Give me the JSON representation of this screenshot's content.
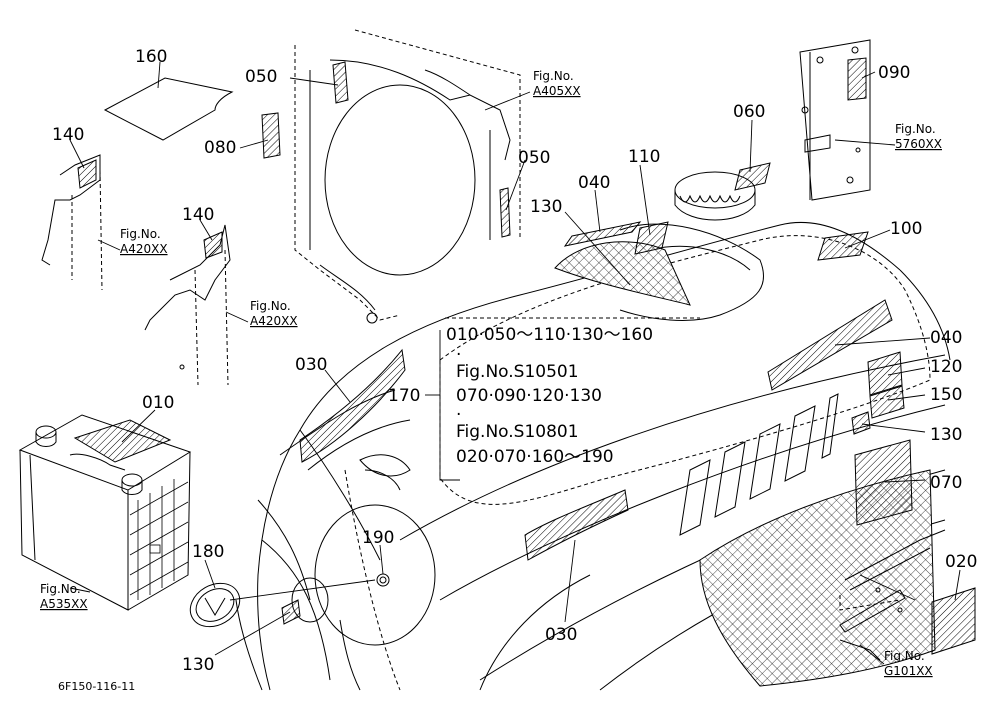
{
  "drawing_number": "6F150-116-11",
  "callouts": [
    {
      "id": "c160",
      "label": "160"
    },
    {
      "id": "c140a",
      "label": "140"
    },
    {
      "id": "c140b",
      "label": "140"
    },
    {
      "id": "c050a",
      "label": "050"
    },
    {
      "id": "c080",
      "label": "080"
    },
    {
      "id": "c050b",
      "label": "050"
    },
    {
      "id": "c060",
      "label": "060"
    },
    {
      "id": "c110",
      "label": "110"
    },
    {
      "id": "c040a",
      "label": "040"
    },
    {
      "id": "c130a",
      "label": "130"
    },
    {
      "id": "c090",
      "label": "090"
    },
    {
      "id": "c100",
      "label": "100"
    },
    {
      "id": "c040b",
      "label": "040"
    },
    {
      "id": "c120",
      "label": "120"
    },
    {
      "id": "c150",
      "label": "150"
    },
    {
      "id": "c130b",
      "label": "130"
    },
    {
      "id": "c070",
      "label": "070"
    },
    {
      "id": "c020",
      "label": "020"
    },
    {
      "id": "c030a",
      "label": "030"
    },
    {
      "id": "c010",
      "label": "010"
    },
    {
      "id": "c170",
      "label": "170"
    },
    {
      "id": "c190",
      "label": "190"
    },
    {
      "id": "c180",
      "label": "180"
    },
    {
      "id": "c130c",
      "label": "130"
    },
    {
      "id": "c030b",
      "label": "030"
    }
  ],
  "fig_refs": [
    {
      "id": "fA405",
      "line1": "Fig.No.",
      "line2": "A405XX"
    },
    {
      "id": "f5760",
      "line1": "Fig.No.",
      "line2": "5760XX"
    },
    {
      "id": "fA420a",
      "line1": "Fig.No.",
      "line2": "A420XX"
    },
    {
      "id": "fA420b",
      "line1": "Fig.No.",
      "line2": "A420XX"
    },
    {
      "id": "fA535",
      "line1": "Fig.No.",
      "line2": "A535XX"
    },
    {
      "id": "fG101",
      "line1": "Fig.No.",
      "line2": "G101XX"
    }
  ],
  "legend": {
    "line1": "010·050～110·130～160",
    "dot1": "·",
    "line2": "Fig.No.S10501",
    "line3": "070·090·120·130",
    "dot2": "·",
    "line4": "Fig.No.S10801",
    "line5": "020·070·160～190"
  }
}
